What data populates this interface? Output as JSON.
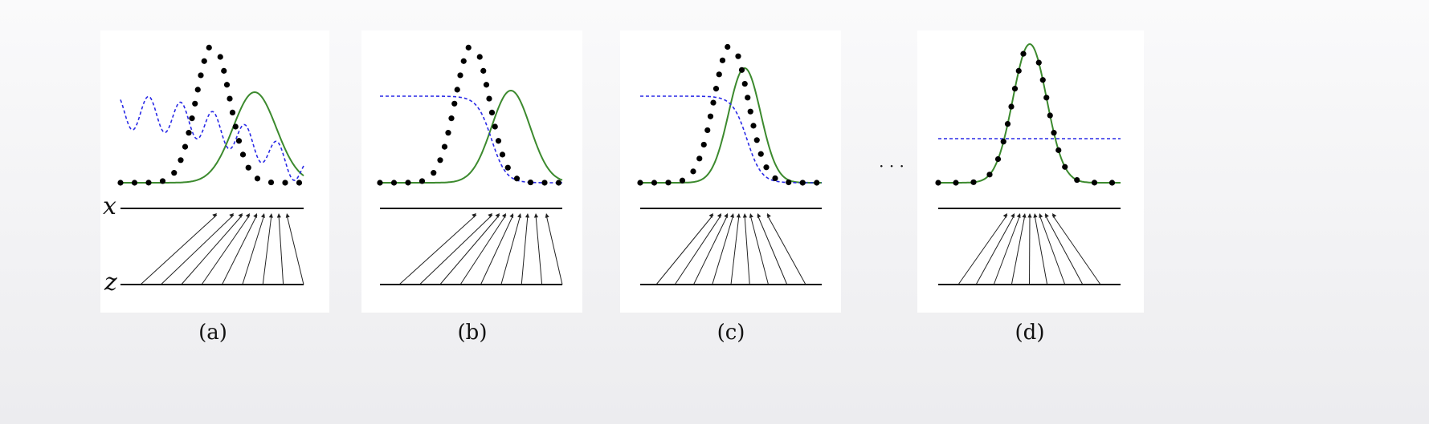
{
  "figure": {
    "panels": [
      {
        "id": "a",
        "label": "(a)"
      },
      {
        "id": "b",
        "label": "(b)"
      },
      {
        "id": "c",
        "label": "(c)"
      },
      {
        "id": "d",
        "label": "(d)"
      }
    ],
    "axis_x_label": "x",
    "axis_z_label": "z",
    "ellipsis": "· · ·",
    "colors": {
      "data": "#000000",
      "generator": "#3c8a2e",
      "discriminator": "#2a2ae6"
    }
  }
}
